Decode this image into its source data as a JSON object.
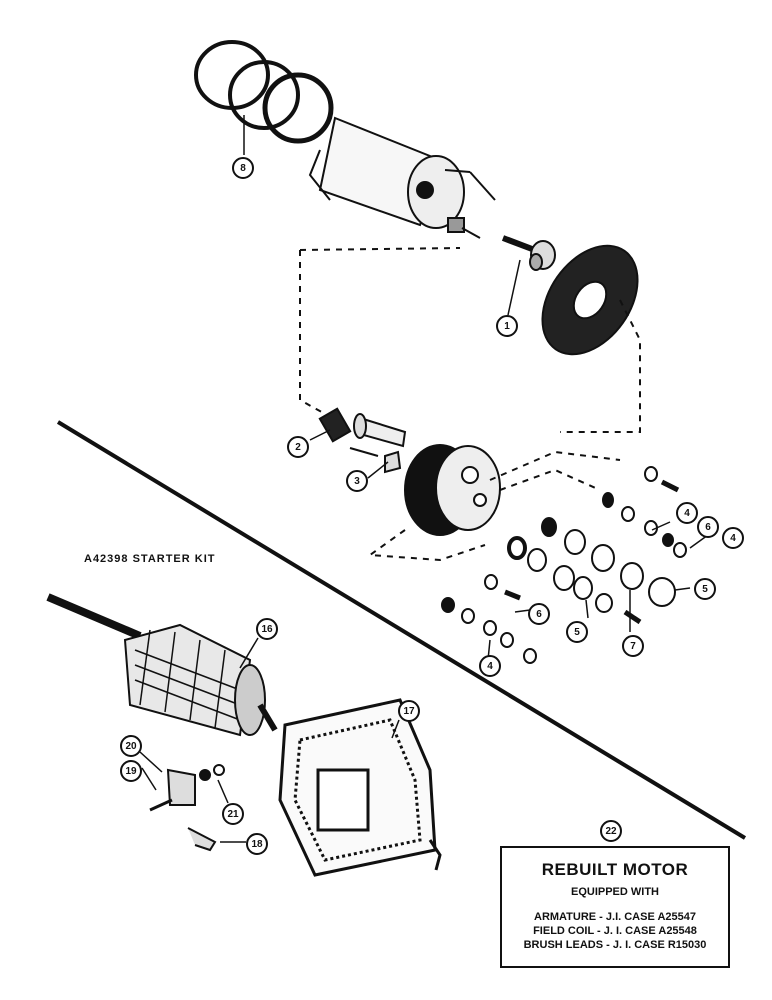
{
  "callouts": {
    "c1": "1",
    "c2": "2",
    "c3": "3",
    "c4a": "4",
    "c4b": "4",
    "c4c": "4",
    "c5a": "5",
    "c5b": "5",
    "c6a": "6",
    "c6b": "6",
    "c7": "7",
    "c8": "8",
    "c16": "16",
    "c17": "17",
    "c18": "18",
    "c19": "19",
    "c20": "20",
    "c21": "21",
    "c22": "22"
  },
  "kit_title": "A42398 STARTER KIT",
  "panel": {
    "title": "REBUILT MOTOR",
    "subtitle": "EQUIPPED WITH",
    "lines": [
      "ARMATURE - J.I. CASE A25547",
      "FIELD COIL - J. I. CASE A25548",
      "BRUSH LEADS - J. I. CASE R15030"
    ]
  }
}
